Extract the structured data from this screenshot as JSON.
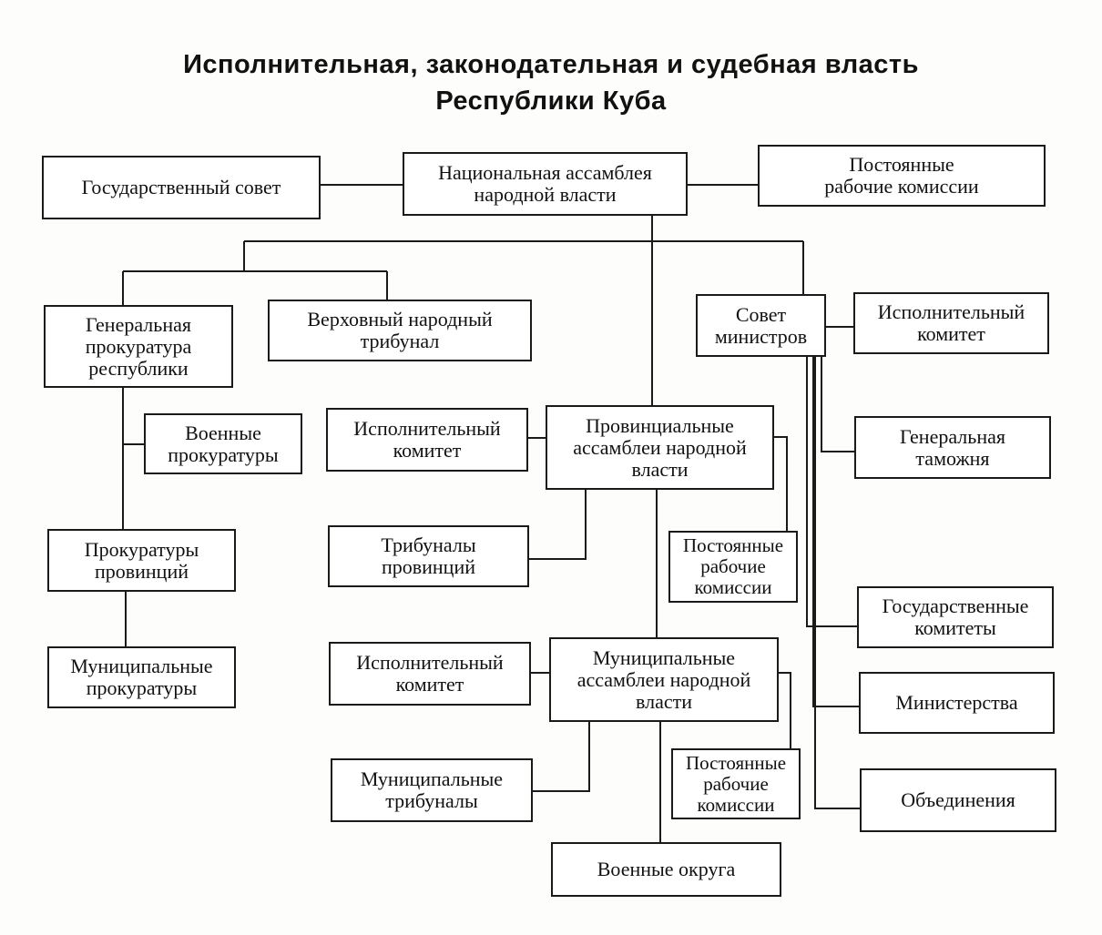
{
  "title": {
    "line1": "Исполнительная, законодательная и судебная власть",
    "line2": "Республики Куба"
  },
  "nodes": {
    "state_council": "Государственный  совет",
    "national_assembly": "Национальная ассамблея\nнародной власти",
    "national_commissions": "Постоянные\nрабочие комиссии",
    "prosecutor_general": "Генеральная\nпрокуратура\nреспублики",
    "supreme_tribunal": "Верховный народный\nтрибунал",
    "council_of_ministers": "Совет\nминистров",
    "executive_committee_national": "Исполнительный\nкомитет",
    "military_prosecutors": "Военные\nпрокуратуры",
    "provincial_executive_committee": "Исполнительный\nкомитет",
    "provincial_assemblies": "Провинциальные\nассамблеи народной\nвласти",
    "customs": "Генеральная\nтаможня",
    "provincial_prosecutors": "Прокуратуры\nпровинций",
    "provincial_tribunals": "Трибуналы\nпровинций",
    "provincial_commissions": "Постоянные\nрабочие\nкомиссии",
    "state_committees": "Государственные\nкомитеты",
    "municipal_prosecutors": "Муниципальные\nпрокуратуры",
    "municipal_executive_committee": "Исполнительный\nкомитет",
    "municipal_assemblies": "Муниципальные\nассамблеи народной\nвласти",
    "ministries": "Министерства",
    "municipal_tribunals": "Муниципальные\nтрибуналы",
    "municipal_commissions": "Постоянные\nрабочие\nкомиссии",
    "associations": "Объединения",
    "military_districts": "Военные округа"
  }
}
